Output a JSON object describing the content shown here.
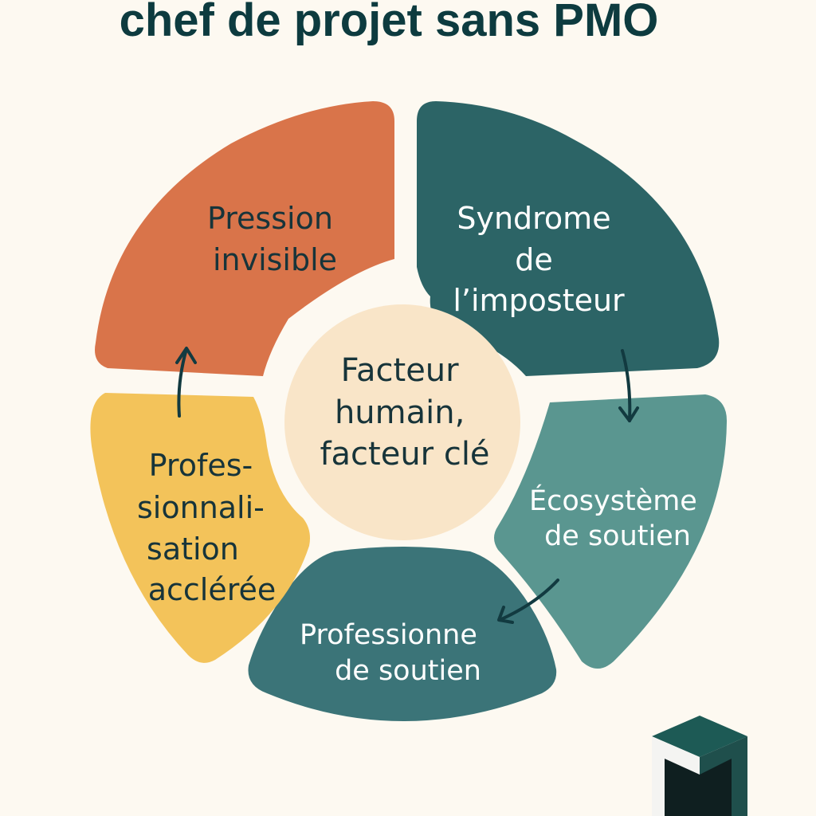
{
  "title": "chef de projet sans PMO",
  "center": {
    "lines": [
      "Facteur",
      "humain,",
      "facteur clé"
    ]
  },
  "segments": [
    {
      "lines": [
        "Pression",
        "invisible"
      ]
    },
    {
      "lines": [
        "Syndrome",
        "de",
        "l’imposteur"
      ]
    },
    {
      "lines": [
        "Écosystème",
        "de soutien"
      ]
    },
    {
      "lines": [
        "Professionne",
        "de soutien"
      ]
    },
    {
      "lines": [
        "Profes-",
        "sionnali-",
        "sation",
        "acclérée"
      ]
    }
  ],
  "colors": {
    "background": "#fdf9f1",
    "pression": "#d9744a",
    "syndrome": "#2c6466",
    "ecosysteme": "#5a9690",
    "professionne": "#3b7478",
    "professionnalisation": "#f3c35a",
    "center": "#f9e5c8",
    "text_dark": "#17343a",
    "arrow": "#123a40"
  },
  "logo": {
    "icon": "cube-logo-icon"
  }
}
